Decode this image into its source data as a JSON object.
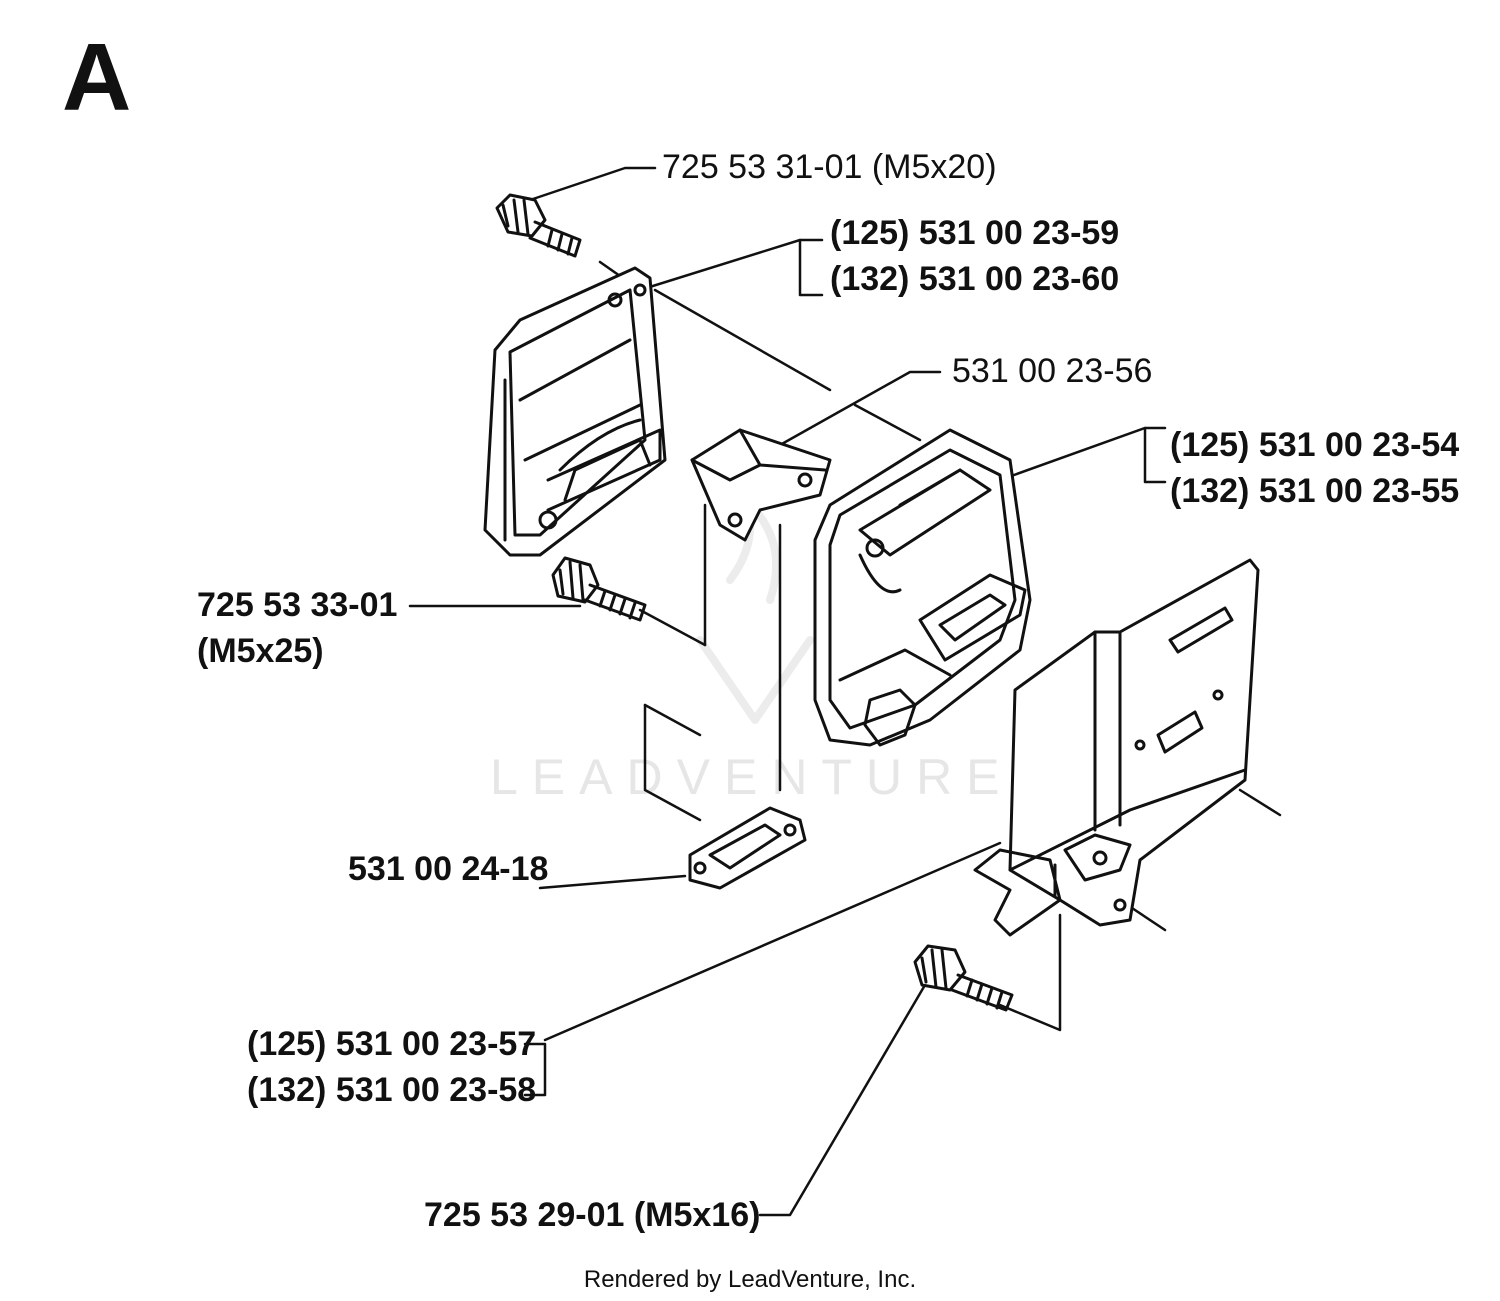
{
  "section_letter": "A",
  "watermark": "LEADVENTURE",
  "footer_text": "Rendered by LeadVenture, Inc.",
  "parts": [
    {
      "id": "screw_top",
      "lines": [
        "725 53 31-01 (M5x20)"
      ]
    },
    {
      "id": "cover_top",
      "lines": [
        "(125) 531 00 23-59",
        "(132) 531 00 23-60"
      ]
    },
    {
      "id": "bracket",
      "lines": [
        "531 00 23-56"
      ]
    },
    {
      "id": "muffler",
      "lines": [
        "(125) 531 00 23-54",
        "(132) 531 00 23-55"
      ]
    },
    {
      "id": "screw_mid",
      "lines": [
        "725 53 33-01",
        "(M5x25)"
      ]
    },
    {
      "id": "gasket",
      "lines": [
        "531 00 24-18"
      ]
    },
    {
      "id": "plate",
      "lines": [
        "(125) 531 00 23-57",
        "(132) 531 00 23-58"
      ]
    },
    {
      "id": "screw_bottom",
      "lines": [
        "725 53 29-01 (M5x16)"
      ]
    }
  ]
}
